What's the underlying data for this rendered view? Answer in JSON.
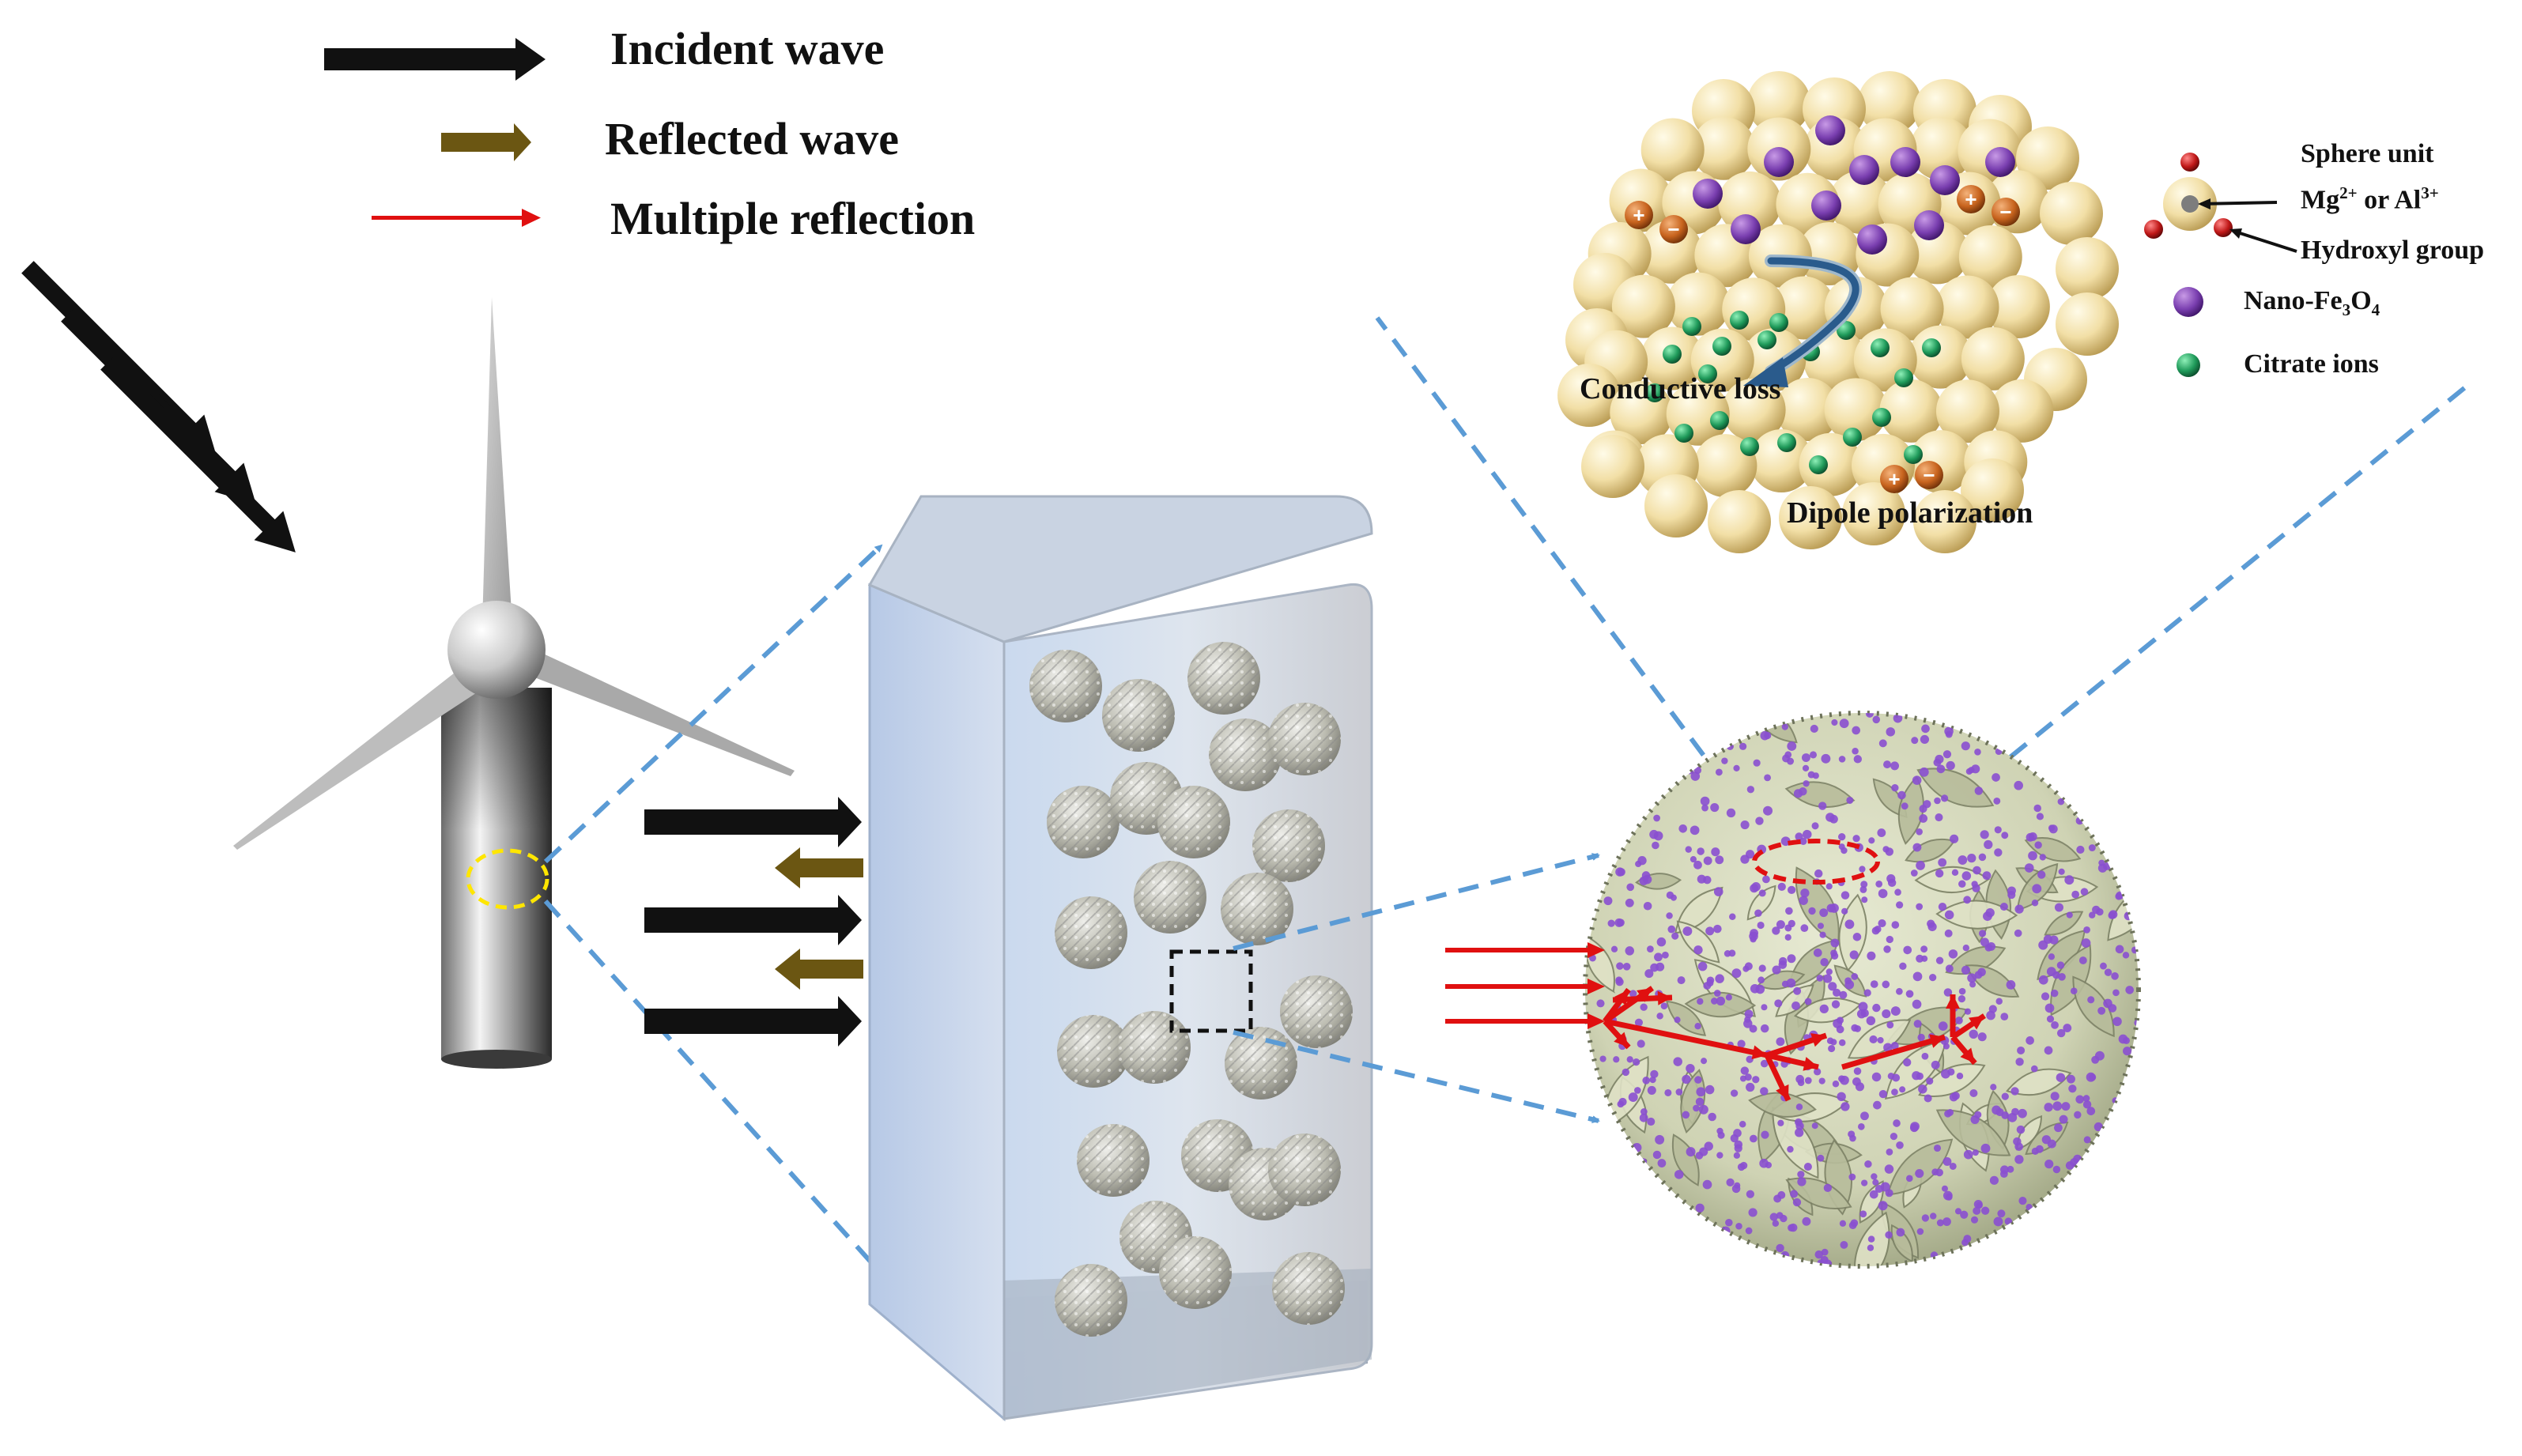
{
  "legend": {
    "incident_label": "Incident wave",
    "reflected_label": "Reflected wave",
    "multiple_label": "Multiple reflection",
    "incident_color": "#111111",
    "reflected_color": "#6b5612",
    "multiple_color": "#e01010"
  },
  "structure": {
    "conductive_loss": "Conductive loss",
    "dipole_polarization": "Dipole polarization",
    "plus_sign": "+",
    "minus_sign": "−"
  },
  "key": {
    "sphere_unit": "Sphere unit",
    "ion_prefix": "Mg",
    "ion_sup1": "2+",
    "ion_mid": " or Al",
    "ion_sup2": "3+",
    "hydroxyl": "Hydroxyl group",
    "nano_prefix": "Nano-Fe",
    "nano_sub1": "3",
    "nano_mid": "O",
    "nano_sub2": "4",
    "citrate": "Citrate ions"
  },
  "colors": {
    "sphere_unit": "#f2dfa6",
    "nano_fe3o4": "#7a3fb0",
    "citrate": "#1f9a5a",
    "hydroxyl": "#c01818",
    "dashed_link": "#5b9bd5",
    "selection_ring": "#ffe600",
    "ring_red": "#e01010"
  },
  "icons": [
    "wind-turbine-icon",
    "composite-block-icon",
    "microsphere-icon"
  ]
}
